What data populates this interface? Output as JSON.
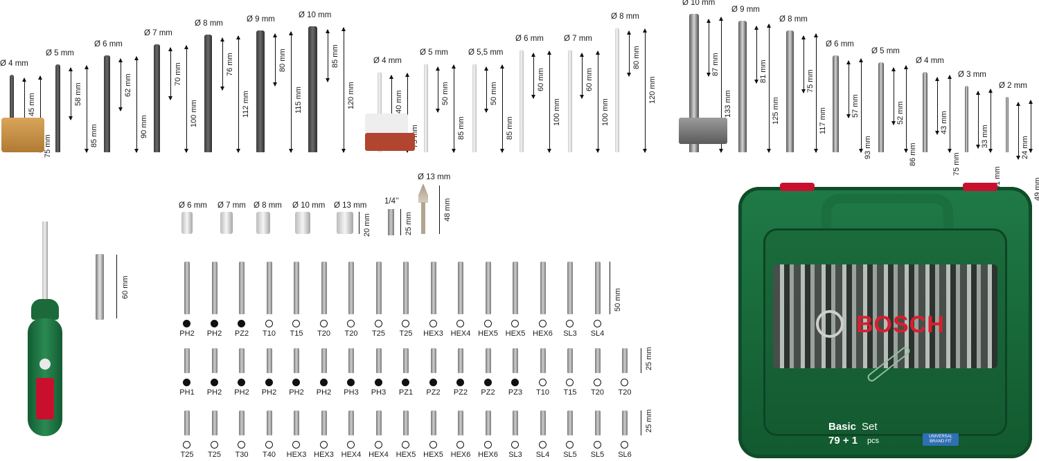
{
  "drills": {
    "wood": [
      {
        "d": "Ø 4 mm",
        "a": "45 mm",
        "b": "75 mm"
      },
      {
        "d": "Ø 5 mm",
        "a": "58 mm",
        "b": "85 mm"
      },
      {
        "d": "Ø 6 mm",
        "a": "62 mm",
        "b": "90 mm"
      },
      {
        "d": "Ø 7 mm",
        "a": "70 mm",
        "b": "100 mm"
      },
      {
        "d": "Ø 8 mm",
        "a": "76 mm",
        "b": "112 mm"
      },
      {
        "d": "Ø 9 mm",
        "a": "80 mm",
        "b": "115 mm"
      },
      {
        "d": "Ø 10 mm",
        "a": "85 mm",
        "b": "120 mm"
      }
    ],
    "masonry": [
      {
        "d": "Ø 4 mm",
        "a": "40 mm",
        "b": "75 mm"
      },
      {
        "d": "Ø 5 mm",
        "a": "50 mm",
        "b": "85 mm"
      },
      {
        "d": "Ø 5,5 mm",
        "a": "50 mm",
        "b": "85 mm"
      },
      {
        "d": "Ø 6 mm",
        "a": "60 mm",
        "b": "100 mm"
      },
      {
        "d": "Ø 7 mm",
        "a": "60 mm",
        "b": "100 mm"
      },
      {
        "d": "Ø 8 mm",
        "a": "80 mm",
        "b": "120 mm"
      }
    ],
    "metal": [
      {
        "d": "Ø 10 mm",
        "a": "87 mm",
        "b": "133 mm"
      },
      {
        "d": "Ø 9 mm",
        "a": "81 mm",
        "b": "125 mm"
      },
      {
        "d": "Ø 8 mm",
        "a": "75 mm",
        "b": "117 mm"
      },
      {
        "d": "Ø 6 mm",
        "a": "57 mm",
        "b": "93 mm"
      },
      {
        "d": "Ø 5 mm",
        "a": "52 mm",
        "b": "86 mm"
      },
      {
        "d": "Ø 4 mm",
        "a": "43 mm",
        "b": "75 mm"
      },
      {
        "d": "Ø 3 mm",
        "a": "33 mm",
        "b": "61 mm"
      },
      {
        "d": "Ø 2 mm",
        "a": "24 mm",
        "b": "49 mm"
      }
    ]
  },
  "holder": {
    "length": "60 mm"
  },
  "nuts": {
    "sizes": [
      "Ø 6 mm",
      "Ø 7 mm",
      "Ø 8 mm",
      "Ø 10 mm",
      "Ø 13 mm"
    ],
    "height": "20 mm"
  },
  "adapter": {
    "size": "1/4’’",
    "length": "25 mm"
  },
  "countersink": {
    "size": "Ø 13 mm",
    "length": "48 mm"
  },
  "bits": {
    "row1": {
      "codes": [
        "PH2",
        "PH2",
        "PZ2",
        "T10",
        "T15",
        "T20",
        "T20",
        "T25",
        "T25",
        "HEX3",
        "HEX4",
        "HEX5",
        "HEX5",
        "HEX6",
        "SL3",
        "SL4"
      ],
      "length": "50 mm"
    },
    "row2": {
      "codes": [
        "PH1",
        "PH2",
        "PH2",
        "PH2",
        "PH2",
        "PH2",
        "PH3",
        "PH3",
        "PZ1",
        "PZ2",
        "PZ2",
        "PZ2",
        "PZ3",
        "T10",
        "T15",
        "T20",
        "T20"
      ],
      "length": "25 mm"
    },
    "row3": {
      "codes": [
        "T25",
        "T25",
        "T30",
        "T40",
        "HEX3",
        "HEX3",
        "HEX4",
        "HEX4",
        "HEX5",
        "HEX5",
        "HEX6",
        "HEX6",
        "SL3",
        "SL4",
        "SL5",
        "SL5",
        "SL6"
      ],
      "length": "25 mm"
    }
  },
  "case": {
    "brand": "BOSCH",
    "set_name_bold": "Basic",
    "set_name": "Set",
    "count": "79 + 1",
    "count_unit": "pcs",
    "badge": "UNIVERSAL BRAND FIT"
  }
}
